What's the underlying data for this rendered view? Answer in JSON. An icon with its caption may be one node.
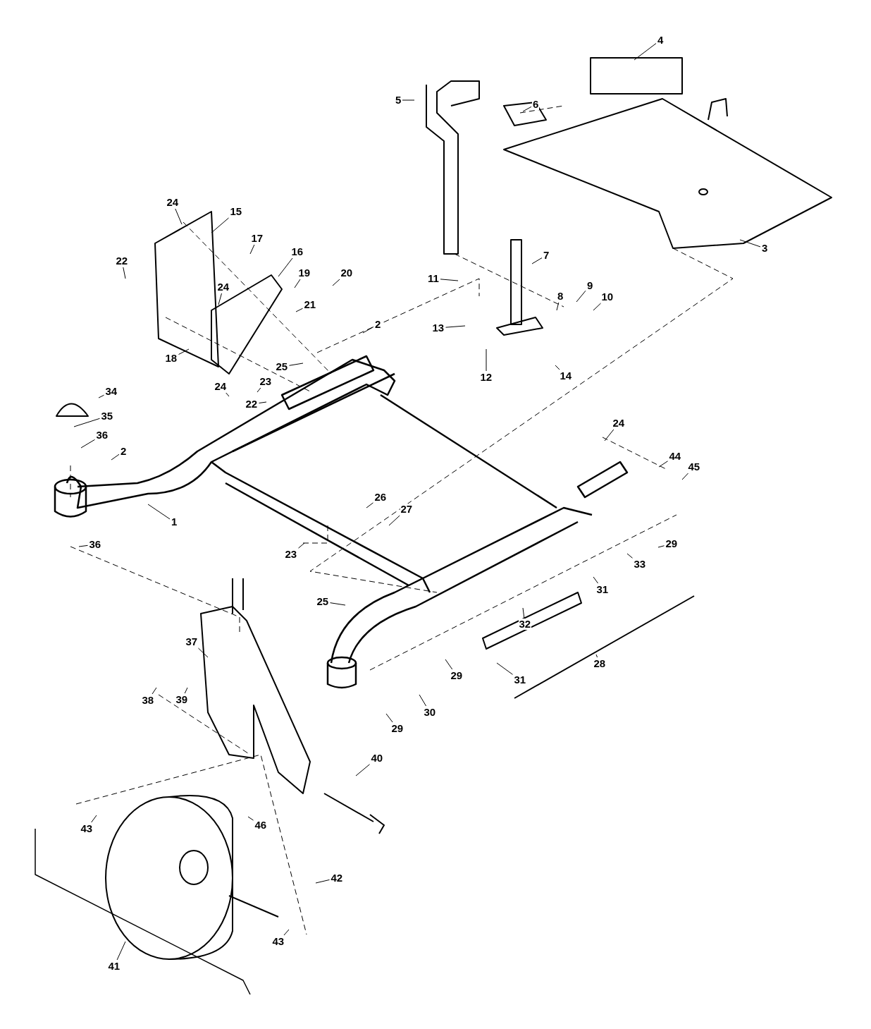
{
  "diagram": {
    "nodes": [
      {
        "text": [
          "4"
        ]
      },
      {
        "text": [
          "5"
        ]
      },
      {
        "text": [
          "6"
        ]
      },
      {
        "text": [
          "3"
        ]
      },
      {
        "text": [
          "7"
        ]
      },
      {
        "text": [
          "24"
        ]
      },
      {
        "text": [
          "15"
        ]
      },
      {
        "text": [
          "17"
        ]
      },
      {
        "text": [
          "16"
        ]
      },
      {
        "text": [
          "19"
        ]
      },
      {
        "text": [
          "20"
        ]
      },
      {
        "text": [
          "22"
        ]
      },
      {
        "text": [
          "24"
        ]
      },
      {
        "text": [
          "21"
        ]
      },
      {
        "text": [
          "11"
        ]
      },
      {
        "text": [
          "8"
        ]
      },
      {
        "text": [
          "9"
        ]
      },
      {
        "text": [
          "10"
        ]
      },
      {
        "text": [
          "13"
        ]
      },
      {
        "text": [
          "2"
        ]
      },
      {
        "text": [
          "25"
        ]
      },
      {
        "text": [
          "18"
        ]
      },
      {
        "text": [
          "23"
        ]
      },
      {
        "text": [
          "24"
        ]
      },
      {
        "text": [
          "12"
        ]
      },
      {
        "text": [
          "14"
        ]
      },
      {
        "text": [
          "22"
        ]
      },
      {
        "text": [
          "34"
        ]
      },
      {
        "text": [
          "35"
        ]
      },
      {
        "text": [
          "36"
        ]
      },
      {
        "text": [
          "2"
        ]
      },
      {
        "text": [
          "1"
        ]
      },
      {
        "text": [
          "36"
        ]
      },
      {
        "text": [
          "24"
        ]
      },
      {
        "text": [
          "44"
        ]
      },
      {
        "text": [
          "45"
        ]
      },
      {
        "text": [
          "26"
        ]
      },
      {
        "text": [
          "27"
        ]
      },
      {
        "text": [
          "29"
        ]
      },
      {
        "text": [
          "23"
        ]
      },
      {
        "text": [
          "33"
        ]
      },
      {
        "text": [
          "31"
        ]
      },
      {
        "text": [
          "25"
        ]
      },
      {
        "text": [
          "32"
        ]
      },
      {
        "text": [
          "28"
        ]
      },
      {
        "text": [
          "31"
        ]
      },
      {
        "text": [
          "29"
        ]
      },
      {
        "text": [
          "30"
        ]
      },
      {
        "text": [
          "29"
        ]
      },
      {
        "text": [
          "37"
        ]
      },
      {
        "text": [
          "38"
        ]
      },
      {
        "text": [
          "39"
        ]
      },
      {
        "text": [
          "40"
        ]
      },
      {
        "text": [
          "43"
        ]
      },
      {
        "text": [
          "46"
        ]
      },
      {
        "text": [
          "42"
        ]
      },
      {
        "text": [
          "43"
        ]
      },
      {
        "text": [
          "41"
        ]
      }
    ],
    "edges": [
      {
        "from": 0,
        "to": null,
        "arrow": "none"
      },
      {
        "from": 1,
        "to": null,
        "arrow": "none"
      },
      {
        "from": 2,
        "to": null,
        "arrow": "none"
      },
      {
        "from": 3,
        "to": null,
        "arrow": "none"
      },
      {
        "from": 4,
        "to": null,
        "arrow": "none"
      },
      {
        "from": 5,
        "to": null,
        "arrow": "none"
      },
      {
        "from": 6,
        "to": null,
        "arrow": "none"
      },
      {
        "from": 7,
        "to": null,
        "arrow": "none"
      },
      {
        "from": 8,
        "to": null,
        "arrow": "none"
      },
      {
        "from": 9,
        "to": null,
        "arrow": "none"
      },
      {
        "from": 10,
        "to": null,
        "arrow": "none"
      },
      {
        "from": 11,
        "to": null,
        "arrow": "none"
      },
      {
        "from": 12,
        "to": null,
        "arrow": "none"
      },
      {
        "from": 13,
        "to": null,
        "arrow": "none"
      },
      {
        "from": 14,
        "to": null,
        "arrow": "none"
      },
      {
        "from": 15,
        "to": null,
        "arrow": "none"
      },
      {
        "from": 16,
        "to": null,
        "arrow": "none"
      },
      {
        "from": 17,
        "to": null,
        "arrow": "none"
      },
      {
        "from": 18,
        "to": null,
        "arrow": "none"
      },
      {
        "from": 19,
        "to": null,
        "arrow": "none"
      },
      {
        "from": 20,
        "to": null,
        "arrow": "none"
      },
      {
        "from": 21,
        "to": null,
        "arrow": "none"
      },
      {
        "from": 22,
        "to": null,
        "arrow": "none"
      },
      {
        "from": 23,
        "to": null,
        "arrow": "none"
      },
      {
        "from": 24,
        "to": null,
        "arrow": "none"
      },
      {
        "from": 25,
        "to": null,
        "arrow": "none"
      },
      {
        "from": 26,
        "to": null,
        "arrow": "none"
      },
      {
        "from": 27,
        "to": null,
        "arrow": "none"
      },
      {
        "from": 28,
        "to": null,
        "arrow": "none"
      },
      {
        "from": 29,
        "to": null,
        "arrow": "none"
      },
      {
        "from": 30,
        "to": null,
        "arrow": "none"
      },
      {
        "from": 31,
        "to": null,
        "arrow": "none"
      },
      {
        "from": 32,
        "to": null,
        "arrow": "none"
      },
      {
        "from": 33,
        "to": null,
        "arrow": "none"
      },
      {
        "from": 34,
        "to": null,
        "arrow": "none"
      },
      {
        "from": 35,
        "to": null,
        "arrow": "none"
      },
      {
        "from": 36,
        "to": null,
        "arrow": "none"
      },
      {
        "from": 37,
        "to": null,
        "arrow": "none"
      },
      {
        "from": 38,
        "to": null,
        "arrow": "none"
      },
      {
        "from": 39,
        "to": null,
        "arrow": "none"
      },
      {
        "from": 40,
        "to": null,
        "arrow": "none"
      },
      {
        "from": 41,
        "to": null,
        "arrow": "none"
      },
      {
        "from": 42,
        "to": null,
        "arrow": "none"
      },
      {
        "from": 43,
        "to": null,
        "arrow": "none"
      },
      {
        "from": 44,
        "to": null,
        "arrow": "none"
      },
      {
        "from": 45,
        "to": null,
        "arrow": "none"
      },
      {
        "from": 46,
        "to": null,
        "arrow": "none"
      },
      {
        "from": 47,
        "to": null,
        "arrow": "none"
      },
      {
        "from": 48,
        "to": null,
        "arrow": "none"
      },
      {
        "from": 49,
        "to": null,
        "arrow": "none"
      },
      {
        "from": 50,
        "to": null,
        "arrow": "none"
      },
      {
        "from": 51,
        "to": null,
        "arrow": "none"
      },
      {
        "from": 52,
        "to": null,
        "arrow": "none"
      },
      {
        "from": 53,
        "to": null,
        "arrow": "none"
      },
      {
        "from": 54,
        "to": null,
        "arrow": "none"
      },
      {
        "from": 55,
        "to": null,
        "arrow": "none"
      },
      {
        "from": 56,
        "to": null,
        "arrow": "none"
      },
      {
        "from": 57,
        "to": null,
        "arrow": "none"
      }
    ]
  }
}
